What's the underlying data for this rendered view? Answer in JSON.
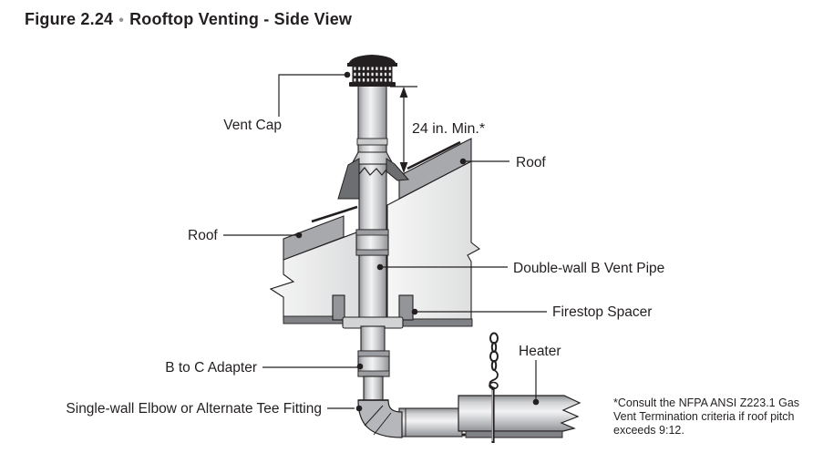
{
  "title": {
    "figure": "Figure 2.24",
    "separator": "•",
    "text": "Rooftop Venting - Side View"
  },
  "labels": {
    "vent_cap": "Vent Cap",
    "dimension": "24 in. Min.*",
    "roof_right": "Roof",
    "roof_left": "Roof",
    "double_wall": "Double-wall B Vent Pipe",
    "firestop": "Firestop Spacer",
    "heater": "Heater",
    "adapter": "B to C Adapter",
    "elbow": "Single-wall Elbow or Alternate Tee Fitting"
  },
  "footnote": {
    "line1": "*Consult the NFPA ANSI Z223.1 Gas",
    "line2": "Vent Termination criteria if roof pitch",
    "line3": "exceeds 9:12."
  },
  "colors": {
    "text": "#231f20",
    "roof_gray": "#a7a9ac",
    "wall_light": "#ebecec",
    "metal_dark": "#808285",
    "spacer_gray": "#939598",
    "cap_black": "#231f20"
  }
}
